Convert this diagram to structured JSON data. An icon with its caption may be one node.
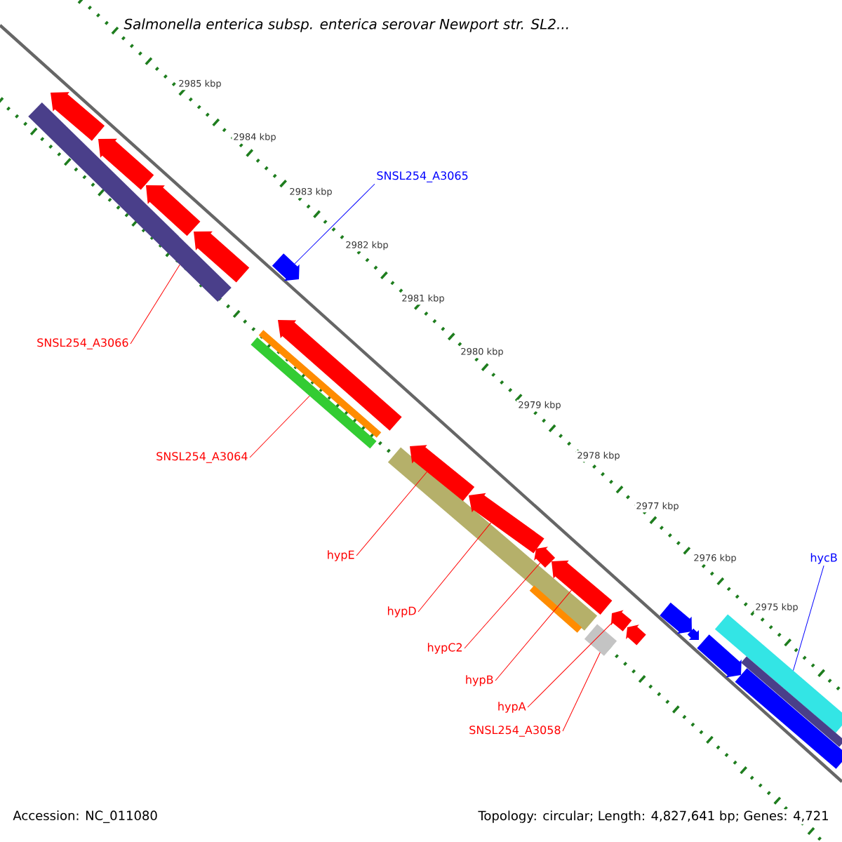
{
  "diagram": {
    "title": "Salmonella enterica subsp. enterica serovar Newport str. SL2...",
    "nodes": [
      {
        "text": [
          "SNSL254_A3065"
        ]
      },
      {
        "text": [
          "hycB"
        ]
      },
      {
        "text": [
          "SNSL254_A3066"
        ]
      },
      {
        "text": [
          "SNSL254_A3064"
        ]
      },
      {
        "text": [
          "hypE"
        ]
      },
      {
        "text": [
          "hypD"
        ]
      },
      {
        "text": [
          "hypC2"
        ]
      },
      {
        "text": [
          "hypB"
        ]
      },
      {
        "text": [
          "hypA"
        ]
      },
      {
        "text": [
          "SNSL254_A3058"
        ]
      },
      {
        "text": [],
        "shape": "arrow"
      },
      {
        "text": [],
        "shape": "arrow"
      },
      {
        "text": [],
        "shape": "arrow"
      },
      {
        "text": [],
        "shape": "arrow"
      },
      {
        "text": [],
        "shape": "bar"
      },
      {
        "text": [],
        "shape": "arrow"
      },
      {
        "text": [],
        "shape": "arrow"
      },
      {
        "text": [],
        "shape": "bar"
      },
      {
        "text": [],
        "shape": "bar"
      },
      {
        "text": [],
        "shape": "bar"
      },
      {
        "text": [],
        "shape": "bar"
      },
      {
        "text": [],
        "shape": "arrow"
      },
      {
        "text": [],
        "shape": "arrow"
      },
      {
        "text": [],
        "shape": "arrow"
      },
      {
        "text": [],
        "shape": "arrow"
      },
      {
        "text": [],
        "shape": "arrow"
      },
      {
        "text": [],
        "shape": "arrow"
      },
      {
        "text": [],
        "shape": "bar"
      },
      {
        "text": [],
        "shape": "arrow"
      },
      {
        "text": [],
        "shape": "arrow"
      },
      {
        "text": [],
        "shape": "arrow"
      },
      {
        "text": [],
        "shape": "bar"
      },
      {
        "text": [],
        "shape": "bar"
      },
      {
        "text": [],
        "shape": "bar"
      }
    ],
    "edges": [
      {
        "from": 0,
        "to": 15,
        "arrow": "none",
        "color": "#0000ff"
      },
      {
        "from": 1,
        "to": 32,
        "arrow": "none",
        "color": "#0000ff"
      },
      {
        "from": 2,
        "to": 14,
        "arrow": "none"
      },
      {
        "from": 3,
        "to": 18,
        "arrow": "none"
      },
      {
        "from": 4,
        "to": 21,
        "arrow": "none"
      },
      {
        "from": 5,
        "to": 22,
        "arrow": "none"
      },
      {
        "from": 6,
        "to": 23,
        "arrow": "none"
      },
      {
        "from": 7,
        "to": 24,
        "arrow": "none"
      },
      {
        "from": 8,
        "to": 25,
        "arrow": "none"
      },
      {
        "from": 9,
        "to": 27,
        "arrow": "none"
      }
    ],
    "labels": [
      "2985 kbp",
      "2984 kbp",
      "2983 kbp",
      "2982 kbp",
      "2981 kbp",
      "2980 kbp",
      "2979 kbp",
      "2978 kbp",
      "2977 kbp",
      "2976 kbp",
      "2975 kbp",
      "Accession: NC_011080",
      "Topology: circular; Length: 4,827,641 bp; Genes: 4,721"
    ]
  }
}
